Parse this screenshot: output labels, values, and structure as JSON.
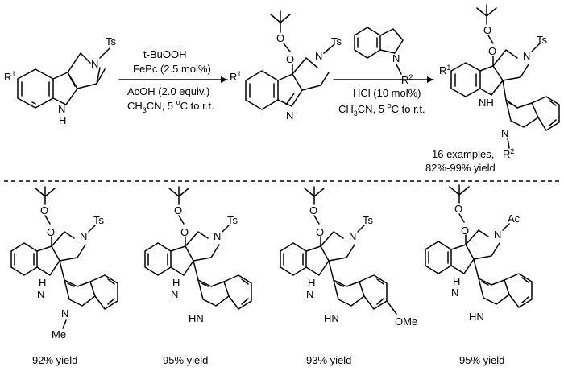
{
  "step1": {
    "reagent1": "t-BuOOH",
    "reagent2": "FePc (2.5 mol%)",
    "reagent3": "AcOH (2.0 equiv.)",
    "solvent_prefix": "CH",
    "solvent_sub": "3",
    "solvent_suffix": "CN, 5 ",
    "deg": "o",
    "temp_suffix": "C to r.t."
  },
  "step2": {
    "acid": "HCl (10 mol%)",
    "solvent_prefix": "CH",
    "solvent_sub": "3",
    "solvent_suffix": "CN, 5 ",
    "deg": "o",
    "temp_suffix": "C to r.t."
  },
  "scope": {
    "examples": "16 examples,",
    "yield_range": "82%-99% yield"
  },
  "atoms": {
    "ts": "Ts",
    "ac": "Ac",
    "n": "N",
    "nh": "NH",
    "h": "H",
    "hn": "HN",
    "o": "O",
    "r": "R",
    "sup1": "1",
    "sup2": "2",
    "me": "Me",
    "ome": "OMe"
  },
  "examples": [
    {
      "yield": "92% yield"
    },
    {
      "yield": "95% yield"
    },
    {
      "yield": "93% yield"
    },
    {
      "yield": "95% yield"
    }
  ]
}
